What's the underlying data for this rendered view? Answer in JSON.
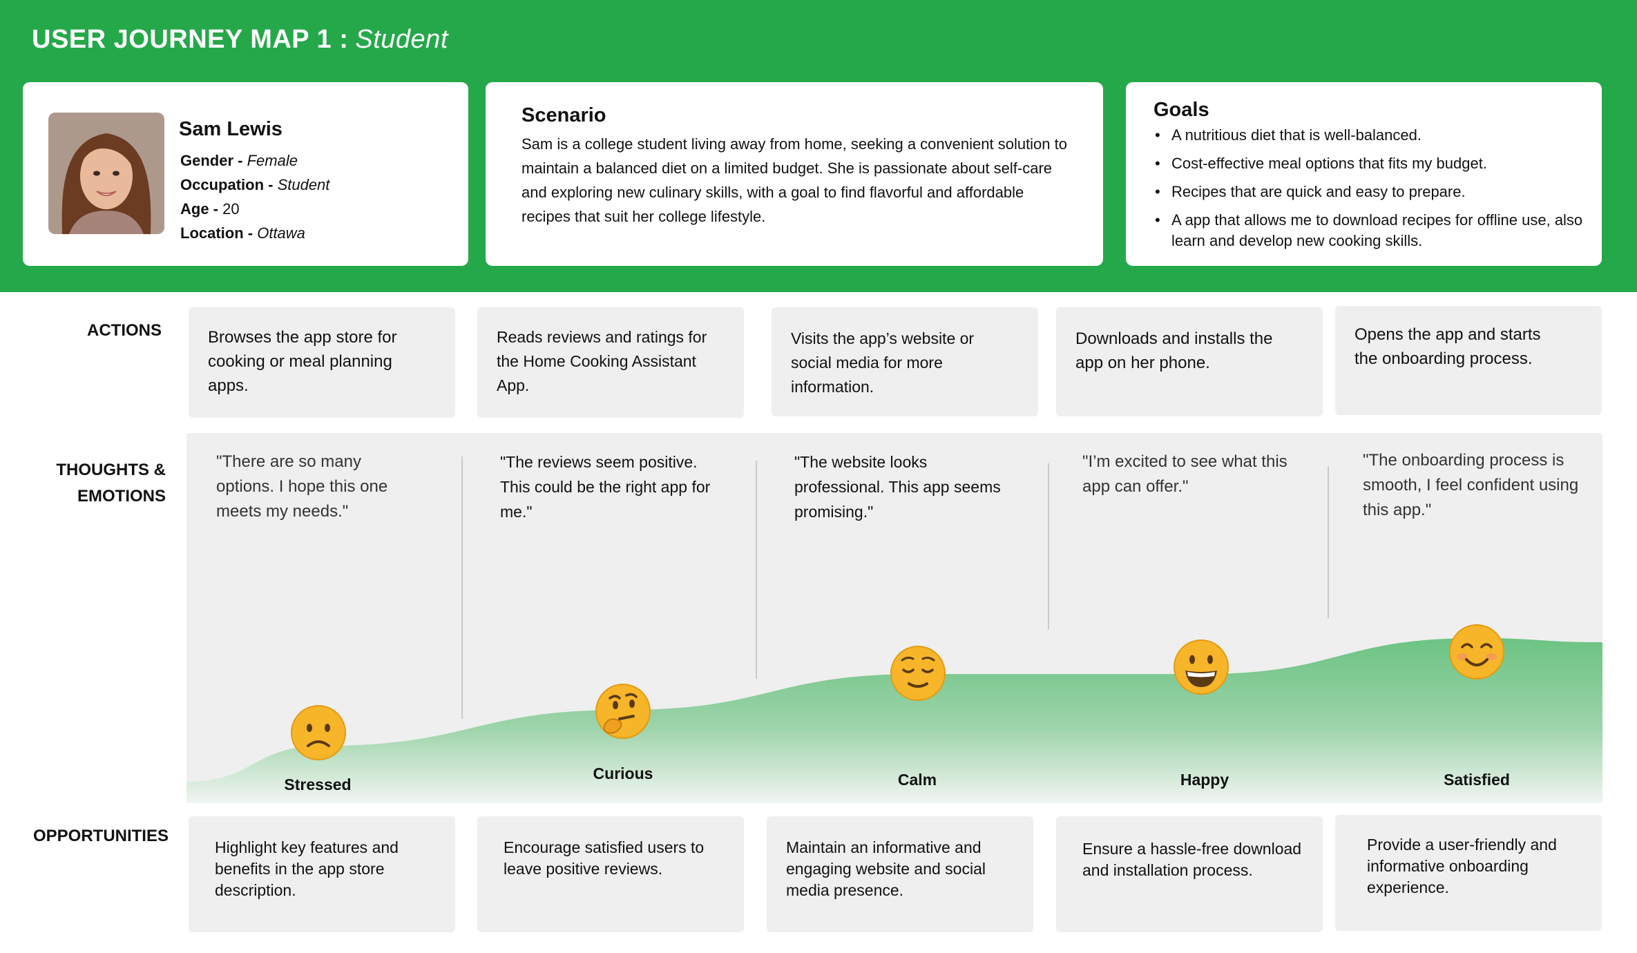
{
  "header": {
    "title": "USER JOURNEY MAP 1 :",
    "subtitle": "Student",
    "band_color": "#25a84a"
  },
  "persona": {
    "name": "Sam Lewis",
    "details": [
      {
        "key": "Gender - ",
        "value": "Female"
      },
      {
        "key": "Occupation - ",
        "value": "Student"
      },
      {
        "key": "Age - ",
        "value": "20"
      },
      {
        "key": "Location - ",
        "value": "Ottawa"
      }
    ]
  },
  "scenario": {
    "title": "Scenario",
    "text": "Sam is a college student living away from home, seeking a convenient solution to maintain a balanced diet on a limited budget. She is passionate about self-care and exploring new culinary skills, with a goal to find flavorful and affordable recipes that suit her college lifestyle."
  },
  "goals": {
    "title": "Goals",
    "items": [
      "A nutritious diet that is well-balanced.",
      "Cost-effective meal options that fits my budget.",
      "Recipes that are quick and easy to prepare.",
      "A app that allows me to download recipes for offline use, also learn and develop new cooking skills."
    ]
  },
  "rows": {
    "actions_label": "ACTIONS",
    "thoughts_label_1": "THOUGHTS &",
    "thoughts_label_2": "EMOTIONS",
    "opportunities_label": "OPPORTUNITIES"
  },
  "actions": [
    "Browses the app store for cooking or meal planning apps.",
    "Reads reviews and ratings for the Home Cooking Assistant App.",
    "Visits the app’s website or social media for more information.",
    "Downloads and installs the app on her phone.",
    "Opens the app and starts the onboarding process."
  ],
  "thoughts": [
    "\"There are so many options. I hope this one meets my needs.\"",
    "\"The reviews seem positive. This could be the right app for me.\"",
    "\"The website looks professional. This app seems promising.\"",
    "\"I’m excited to see what this app can offer.\"",
    "\"The onboarding process is smooth, I feel confident using this app.\""
  ],
  "emotions": [
    {
      "label": "Stressed",
      "icon": "sad-face-icon",
      "level": 1
    },
    {
      "label": "Curious",
      "icon": "thinking-face-icon",
      "level": 2
    },
    {
      "label": "Calm",
      "icon": "relieved-face-icon",
      "level": 3
    },
    {
      "label": "Happy",
      "icon": "grinning-face-icon",
      "level": 3
    },
    {
      "label": "Satisfied",
      "icon": "smiling-face-icon",
      "level": 4
    }
  ],
  "opportunities": [
    "Highlight key features and benefits in the app store description.",
    "Encourage satisfied users to leave positive reviews.",
    "Maintain an informative and engaging website and social media presence.",
    "Ensure a hassle-free download and installation process.",
    "Provide a user-friendly and informative onboarding experience."
  ],
  "colors": {
    "accent": "#25a84a",
    "wave": "#6cc383",
    "panel": "#efefef",
    "emoji": "#f7b52a"
  }
}
